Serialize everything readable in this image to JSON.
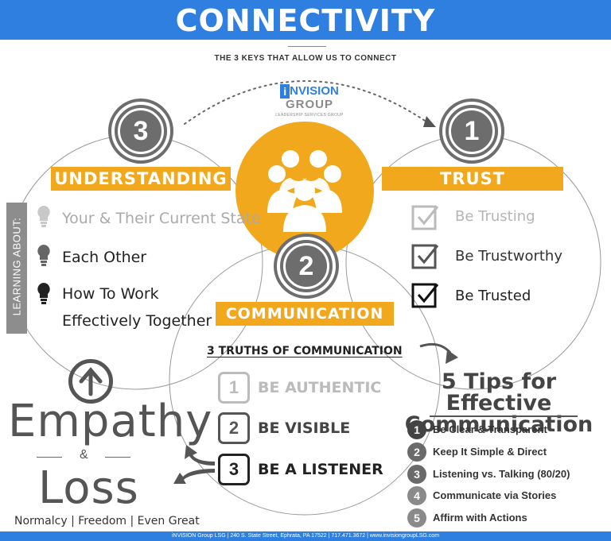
{
  "header": {
    "title": "CONNECTIVITY"
  },
  "subtitle": "THE 3 KEYS THAT ALLOW US TO CONNECT",
  "logo": {
    "i": "i",
    "vision": "NVISION",
    "group": "GROUP",
    "tagline": "LEADERSHIP SERVICES GROUP"
  },
  "keys": {
    "understanding": {
      "number": "3",
      "label": "UNDERSTANDING"
    },
    "trust": {
      "number": "1",
      "label": "TRUST"
    },
    "communication": {
      "number": "2",
      "label": "COMMUNICATION"
    }
  },
  "learning": {
    "label": "LEARNING ABOUT:",
    "items": [
      "Your & Their Current State",
      "Each Other",
      "How To Work",
      "Effectively Together"
    ]
  },
  "trust_items": [
    "Be Trusting",
    "Be Trustworthy",
    "Be Trusted"
  ],
  "truths": {
    "title": "3 TRUTHS OF COMMUNICATION",
    "items": [
      {
        "num": "1",
        "text": "BE AUTHENTIC"
      },
      {
        "num": "2",
        "text": "BE VISIBLE"
      },
      {
        "num": "3",
        "text": "BE A LISTENER"
      }
    ]
  },
  "tips": {
    "title_line1": "5 Tips for Effective",
    "title_line2": "Communication",
    "items": [
      {
        "num": "1",
        "text": "Be Clear & Transparent"
      },
      {
        "num": "2",
        "text": "Keep It Simple & Direct"
      },
      {
        "num": "3",
        "text": "Listening vs. Talking (80/20)"
      },
      {
        "num": "4",
        "text": "Communicate via Stories"
      },
      {
        "num": "5",
        "text": "Affirm with Actions"
      }
    ]
  },
  "empathy": {
    "word1": "Empathy",
    "amp": "&",
    "word2": "Loss",
    "sub": "Normalcy  |  Freedom  |  Even Great"
  },
  "footer": "iNVISION Group LSG  |  240 S. State Street, Ephrata, PA 17522  |  717.471.3672  |  www.invisiongroupLSG.com",
  "colors": {
    "accent_blue": "#2f7fe0",
    "accent_orange": "#f2a81d",
    "grey": "#6d6d6d"
  }
}
